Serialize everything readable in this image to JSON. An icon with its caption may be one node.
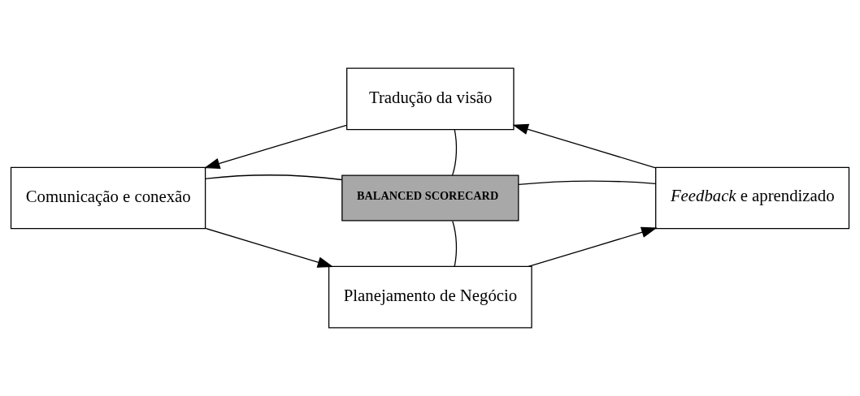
{
  "diagram": {
    "nodes": [
      {
        "text": [
          "Tradução da visão"
        ]
      },
      {
        "text": [
          "Comunicação e conexão"
        ]
      },
      {
        "text": [
          "BALANCED SCORECARD"
        ]
      },
      {
        "text": [
          "*Feedback* e aprendizado"
        ]
      },
      {
        "text": [
          "Planejamento de Negócio"
        ]
      }
    ],
    "edges": [
      {
        "from": 0,
        "to": 1,
        "arrow": "to"
      },
      {
        "from": 1,
        "to": 4,
        "arrow": "to"
      },
      {
        "from": 4,
        "to": 3,
        "arrow": "to"
      },
      {
        "from": 3,
        "to": 0,
        "arrow": "to"
      },
      {
        "from": 0,
        "to": 2,
        "arrow": "none"
      },
      {
        "from": 1,
        "to": 2,
        "arrow": "none"
      },
      {
        "from": 2,
        "to": 3,
        "arrow": "none"
      },
      {
        "from": 2,
        "to": 4,
        "arrow": "none"
      }
    ]
  }
}
